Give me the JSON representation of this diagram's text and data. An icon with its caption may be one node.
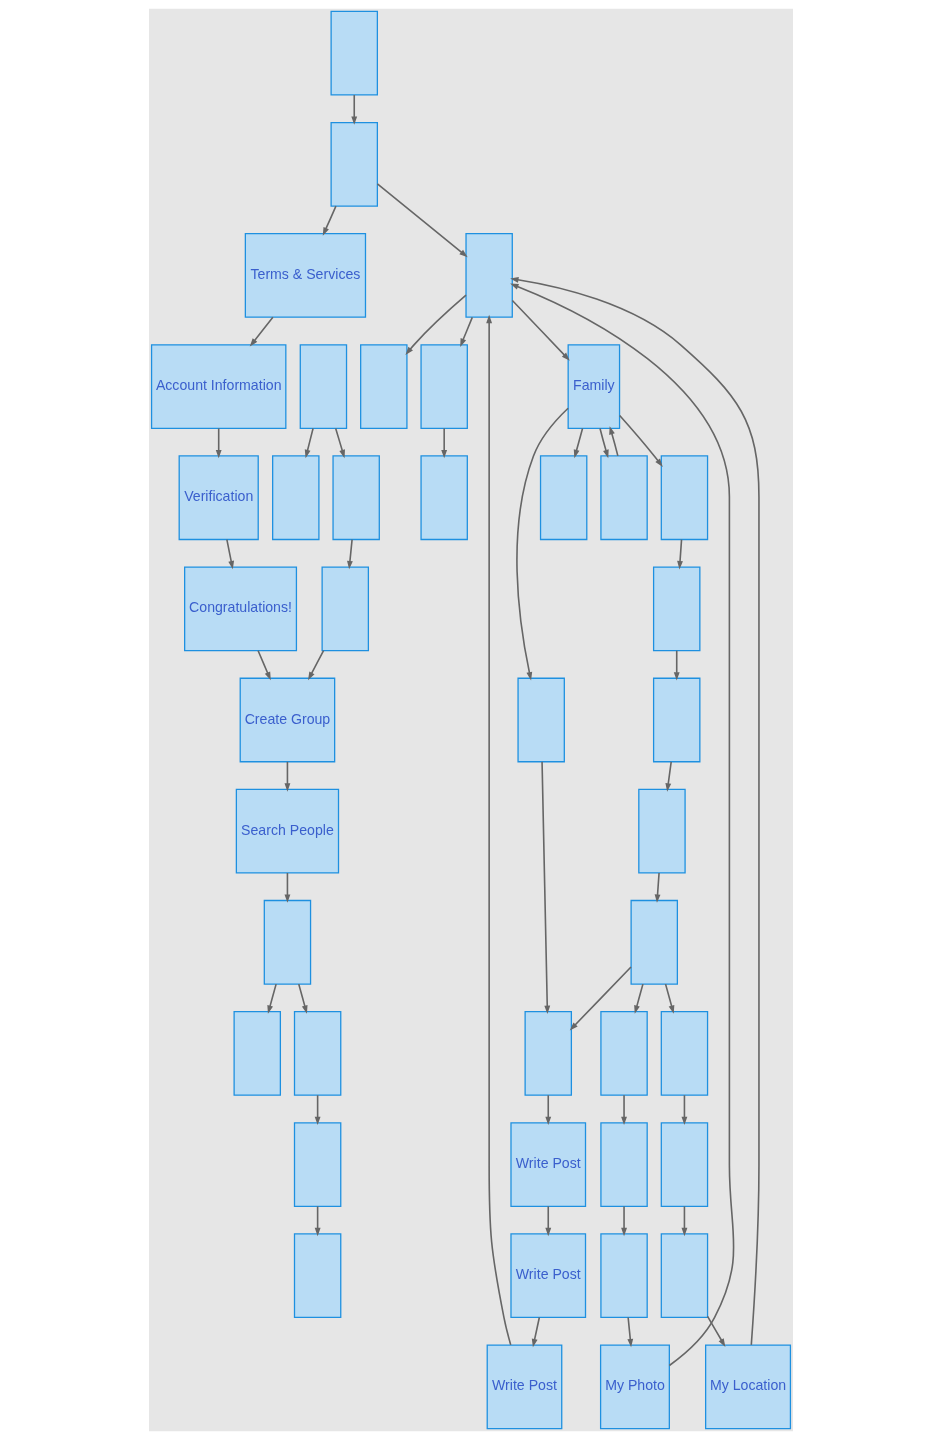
{
  "diagram": {
    "nodes": [
      {
        "text": [],
        "shape": "box"
      },
      {
        "text": [],
        "shape": "box"
      },
      {
        "text": [
          "Terms & Services"
        ]
      },
      {
        "text": [
          "Account Information"
        ]
      },
      {
        "text": [
          "Verification"
        ]
      },
      {
        "text": [
          "Congratulations!"
        ]
      },
      {
        "text": [],
        "shape": "box"
      },
      {
        "text": [],
        "shape": "box"
      },
      {
        "text": [],
        "shape": "box"
      },
      {
        "text": [],
        "shape": "box"
      },
      {
        "text": [
          "Create Group"
        ]
      },
      {
        "text": [
          "Search People"
        ]
      },
      {
        "text": [],
        "shape": "box"
      },
      {
        "text": [],
        "shape": "box"
      },
      {
        "text": [],
        "shape": "box"
      },
      {
        "text": [],
        "shape": "box"
      },
      {
        "text": [],
        "shape": "box"
      },
      {
        "text": [],
        "shape": "box"
      },
      {
        "text": [
          "Family"
        ]
      },
      {
        "text": [],
        "shape": "box"
      },
      {
        "text": [],
        "shape": "box"
      },
      {
        "text": [],
        "shape": "box"
      },
      {
        "text": [],
        "shape": "box"
      },
      {
        "text": [],
        "shape": "box"
      },
      {
        "text": [],
        "shape": "box"
      },
      {
        "text": [],
        "shape": "box"
      },
      {
        "text": [],
        "shape": "box"
      },
      {
        "text": [],
        "shape": "box"
      },
      {
        "text": [],
        "shape": "box"
      },
      {
        "text": [],
        "shape": "box"
      },
      {
        "text": [],
        "shape": "box"
      },
      {
        "text": [],
        "shape": "box"
      },
      {
        "text": [],
        "shape": "box"
      },
      {
        "text": [
          "Write Post"
        ]
      },
      {
        "text": [],
        "shape": "box"
      },
      {
        "text": [],
        "shape": "box"
      },
      {
        "text": [
          "Write Post"
        ]
      },
      {
        "text": [],
        "shape": "box"
      },
      {
        "text": [],
        "shape": "box"
      },
      {
        "text": [
          "Write Post"
        ]
      },
      {
        "text": [
          "My Photo"
        ]
      },
      {
        "text": [
          "My Location"
        ]
      }
    ],
    "edges": [
      {
        "from": 0,
        "to": 1,
        "arrow": "to"
      },
      {
        "from": 1,
        "to": 2,
        "arrow": "to"
      },
      {
        "from": 2,
        "to": 3,
        "arrow": "to"
      },
      {
        "from": 3,
        "to": 4,
        "arrow": "to"
      },
      {
        "from": 4,
        "to": 5,
        "arrow": "to"
      },
      {
        "from": 5,
        "to": 10,
        "arrow": "to"
      },
      {
        "from": 1,
        "to": 14,
        "arrow": "to"
      },
      {
        "from": 7,
        "to": 6,
        "arrow": "to"
      },
      {
        "from": 7,
        "to": 8,
        "arrow": "to"
      },
      {
        "from": 8,
        "to": 9,
        "arrow": "to"
      },
      {
        "from": 9,
        "to": 10,
        "arrow": "to"
      },
      {
        "from": 10,
        "to": 11,
        "arrow": "to"
      },
      {
        "from": 11,
        "to": 12,
        "arrow": "to"
      },
      {
        "from": 12,
        "to": 13,
        "arrow": "to"
      },
      {
        "from": 12,
        "to": 24,
        "arrow": "to"
      },
      {
        "from": 24,
        "to": 25,
        "arrow": "to"
      },
      {
        "from": 25,
        "to": 26,
        "arrow": "to"
      },
      {
        "from": 14,
        "to": 15,
        "arrow": "to"
      },
      {
        "from": 14,
        "to": 16,
        "arrow": "to"
      },
      {
        "from": 16,
        "to": 17,
        "arrow": "to"
      },
      {
        "from": 14,
        "to": 18,
        "arrow": "to"
      },
      {
        "from": 18,
        "to": 19,
        "arrow": "to"
      },
      {
        "from": 18,
        "to": 20,
        "arrow": "to"
      },
      {
        "from": 20,
        "to": 18,
        "arrow": "to"
      },
      {
        "from": 18,
        "to": 21,
        "arrow": "to"
      },
      {
        "from": 21,
        "to": 22,
        "arrow": "to"
      },
      {
        "from": 22,
        "to": 23,
        "arrow": "to"
      },
      {
        "from": 23,
        "to": 27,
        "arrow": "to"
      },
      {
        "from": 27,
        "to": 28,
        "arrow": "to"
      },
      {
        "from": 28,
        "to": 30,
        "arrow": "to"
      },
      {
        "from": 28,
        "to": 31,
        "arrow": "to"
      },
      {
        "from": 28,
        "to": 32,
        "arrow": "to"
      },
      {
        "from": 18,
        "to": 29,
        "arrow": "to"
      },
      {
        "from": 29,
        "to": 30,
        "arrow": "to"
      },
      {
        "from": 30,
        "to": 33,
        "arrow": "to"
      },
      {
        "from": 31,
        "to": 34,
        "arrow": "to"
      },
      {
        "from": 32,
        "to": 35,
        "arrow": "to"
      },
      {
        "from": 33,
        "to": 36,
        "arrow": "to"
      },
      {
        "from": 34,
        "to": 37,
        "arrow": "to"
      },
      {
        "from": 35,
        "to": 38,
        "arrow": "to"
      },
      {
        "from": 36,
        "to": 39,
        "arrow": "to"
      },
      {
        "from": 37,
        "to": 40,
        "arrow": "to"
      },
      {
        "from": 38,
        "to": 41,
        "arrow": "to"
      },
      {
        "from": 39,
        "to": 14,
        "arrow": "to"
      },
      {
        "from": 40,
        "to": 14,
        "arrow": "to"
      },
      {
        "from": 41,
        "to": 14,
        "arrow": "to"
      }
    ]
  }
}
